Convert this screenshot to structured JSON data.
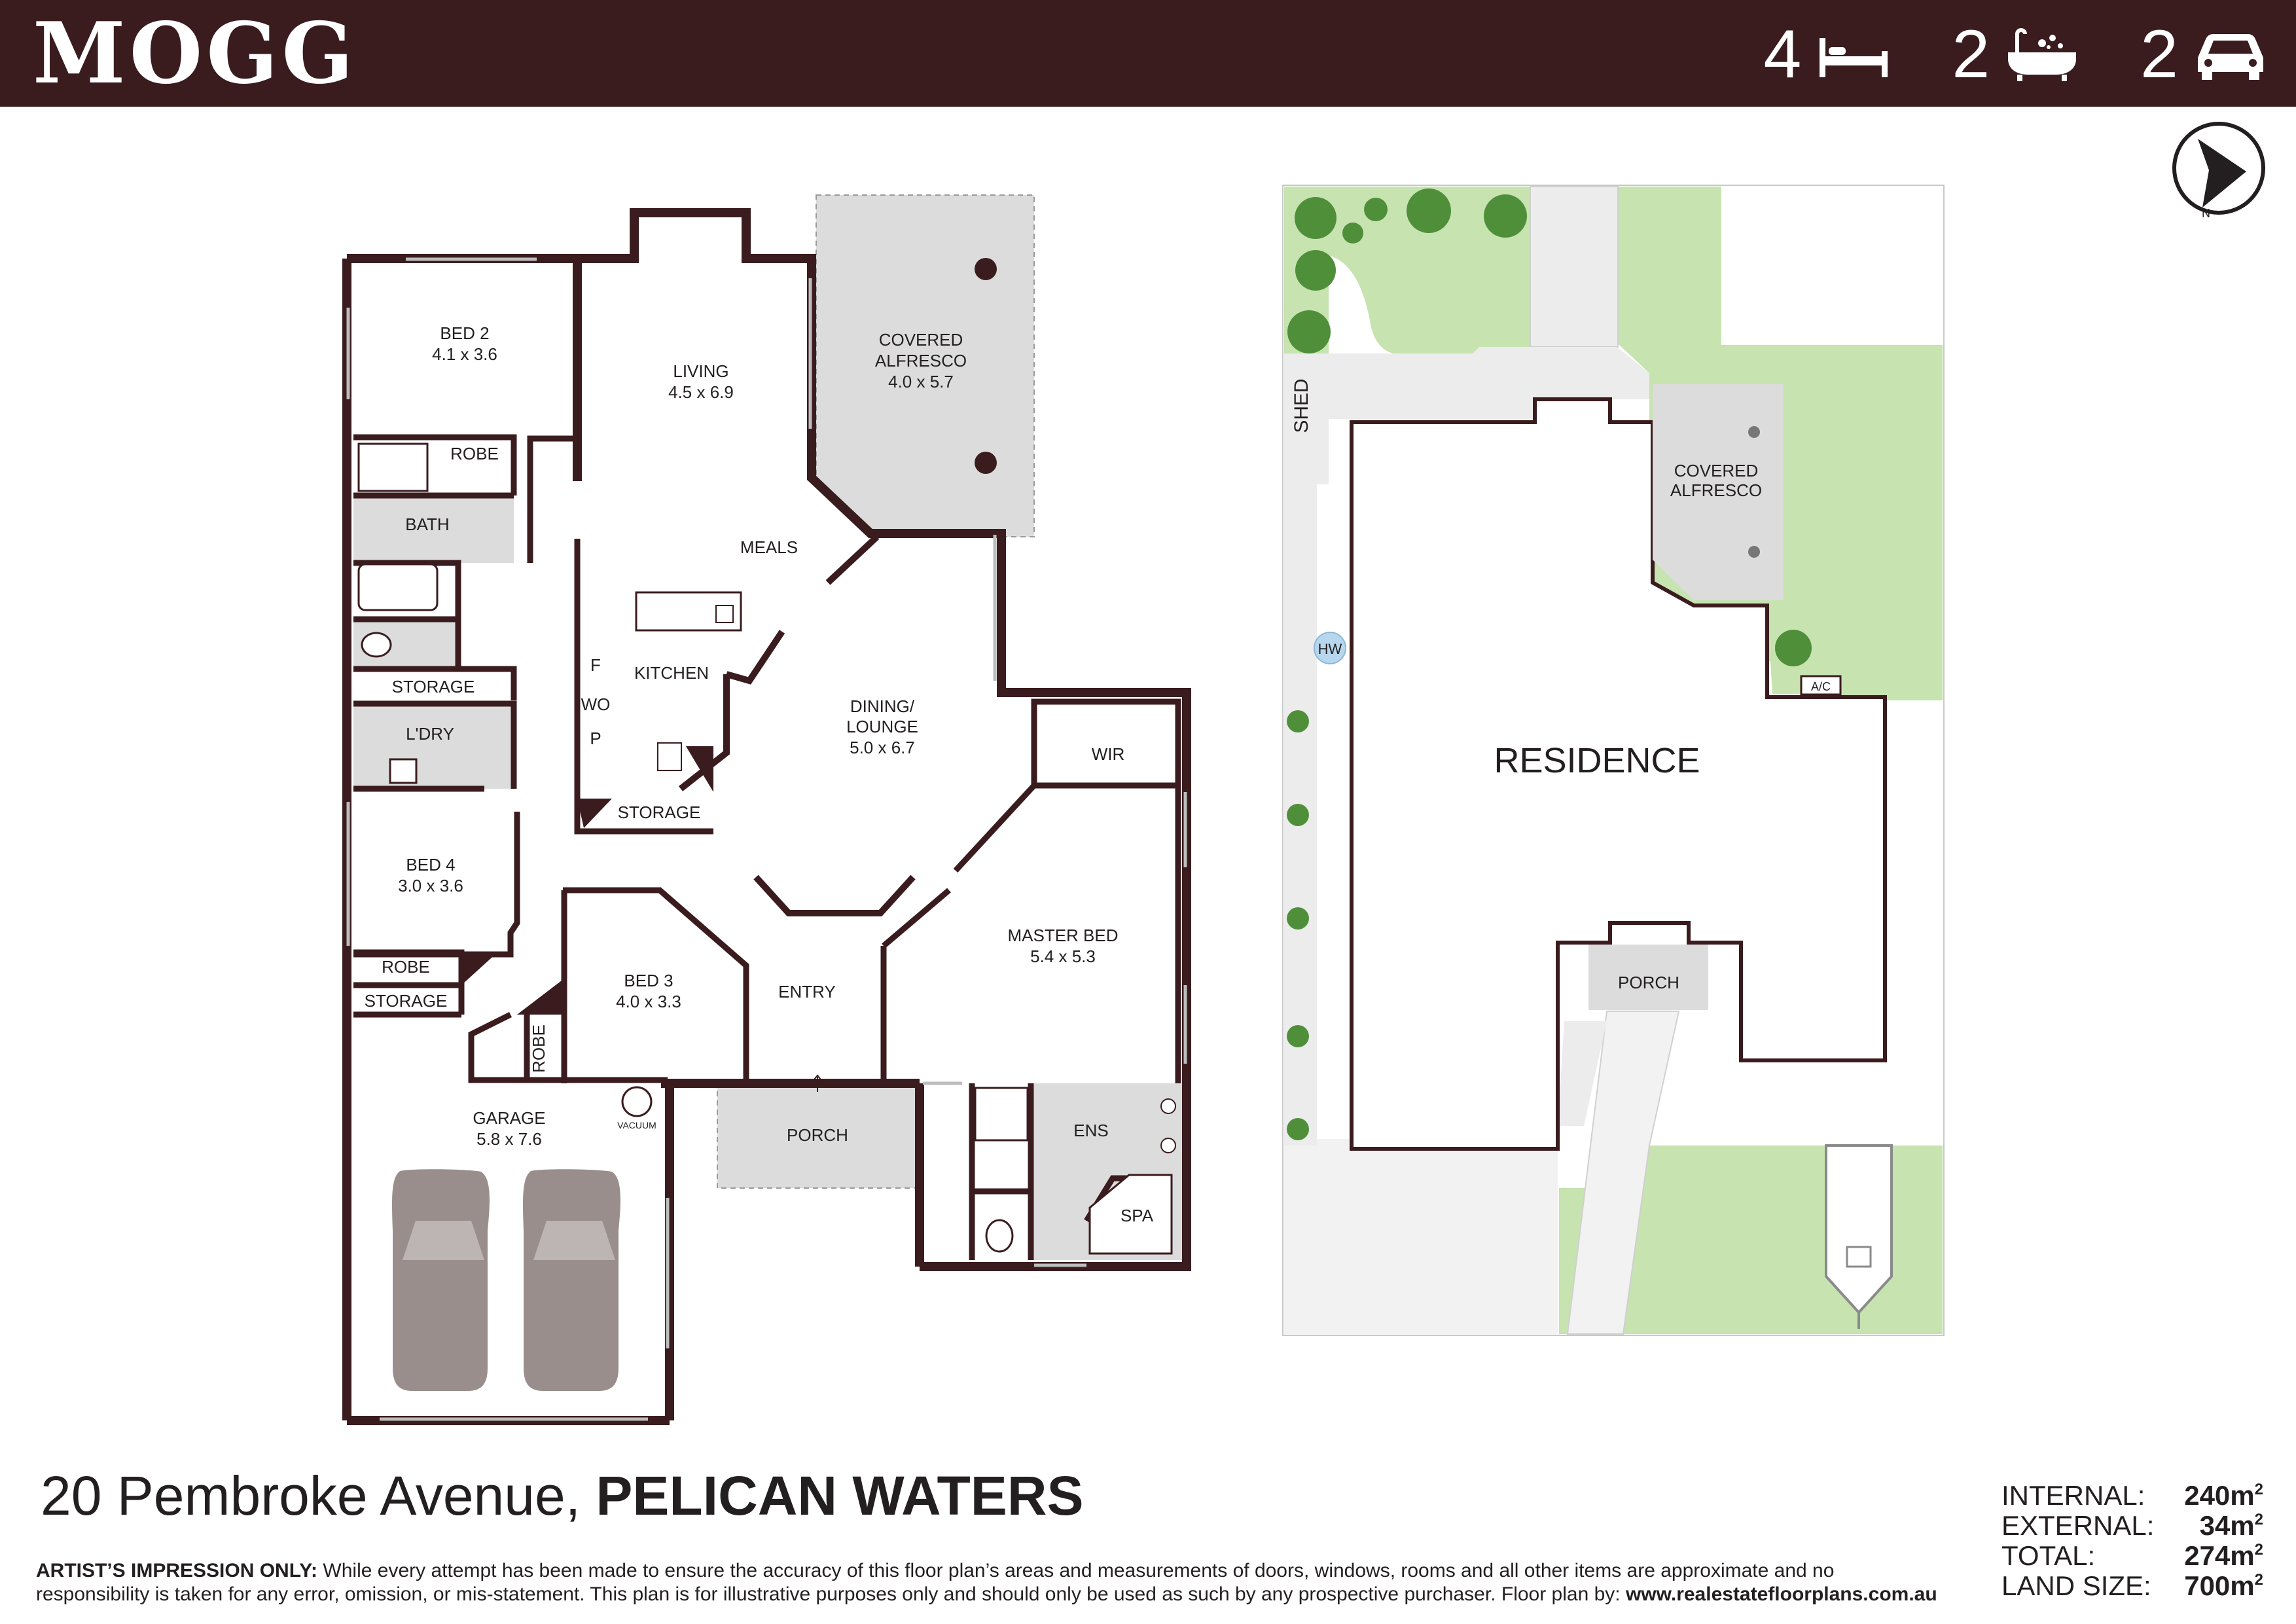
{
  "brand": {
    "logo": "MOGG"
  },
  "features": {
    "bedrooms": "4",
    "bedroom_icon": "bed-icon",
    "bathrooms": "2",
    "bathroom_icon": "bathtub-icon",
    "car_spaces": "2",
    "car_icon": "car-icon"
  },
  "colors": {
    "header_bg": "#3a1c1f",
    "wall": "#3a1c1f",
    "outdoor": "#dcdcdc",
    "lawn": "#c6e3b0",
    "shrub": "#4f8f3a",
    "car": "#9a8e8c"
  },
  "floor_plan": {
    "rooms": {
      "bed2": {
        "name": "BED 2",
        "size": "4.1 x 3.6"
      },
      "living": {
        "name": "LIVING",
        "size": "4.5 x 6.9"
      },
      "alfresco_top": "COVERED",
      "alfresco_bottom": "ALFRESCO",
      "alfresco_size": "4.0 x 5.7",
      "robe": "ROBE",
      "bath": "BATH",
      "meals": "MEALS",
      "kitchen": "KITCHEN",
      "fridge": "F",
      "wall_oven": "WO",
      "pantry": "P",
      "storage": "STORAGE",
      "laundry": "L'DRY",
      "dining_top": "DINING/",
      "dining_bottom": "LOUNGE",
      "dining_size": "5.0 x 6.7",
      "wir": "WIR",
      "bed4": {
        "name": "BED 4",
        "size": "3.0 x 3.6"
      },
      "master": {
        "name": "MASTER BED",
        "size": "5.4 x 5.3"
      },
      "bed3": {
        "name": "BED 3",
        "size": "4.0 x 3.3"
      },
      "entry": "ENTRY",
      "garage": {
        "name": "GARAGE",
        "size": "5.8 x 7.6"
      },
      "vacuum": "VACUUM",
      "porch": "PORCH",
      "ens": "ENS",
      "spa": "SPA"
    }
  },
  "site_plan": {
    "residence": "RESIDENCE",
    "shed": "SHED",
    "alfresco_top": "COVERED",
    "alfresco_bottom": "ALFRESCO",
    "hot_water": "HW",
    "air_con": "A/C",
    "porch": "PORCH",
    "compass_icon": "compass-north-icon"
  },
  "address": {
    "street": "20 Pembroke Avenue,",
    "suburb": "PELICAN WATERS"
  },
  "disclaimer": {
    "lead": "ARTIST’S IMPRESSION ONLY:",
    "body": "While every attempt has been made to ensure the accuracy of this floor plan’s areas and measurements of doors, windows, rooms and all other items are approximate and no responsibility is taken for any error, omission, or mis-statement. This plan is for illustrative purposes only and should only be used as such by any prospective purchaser. Floor plan by:",
    "url": "www.realestatefloorplans.com.au"
  },
  "areas": [
    {
      "label": "INTERNAL:",
      "value": "240m",
      "unit": "2"
    },
    {
      "label": "EXTERNAL:",
      "value": "34m",
      "unit": "2"
    },
    {
      "label": "TOTAL:",
      "value": "274m",
      "unit": "2"
    },
    {
      "label": "LAND SIZE:",
      "value": "700m",
      "unit": "2"
    }
  ]
}
